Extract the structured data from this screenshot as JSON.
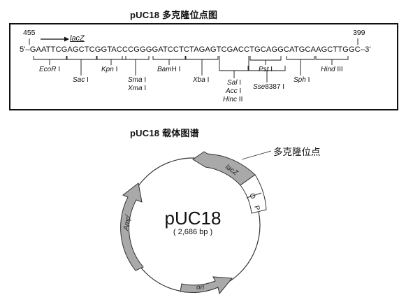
{
  "mcs_title": "pUC18 多克隆位点图",
  "map_title": "pUC18 载体图谱",
  "sequence": "5'–GAATTCGAGCTCGGTACCCGGGGATCCTCTAGAGTCGACCTGCAGGCATGCAAGCTTGGC–3'",
  "coord_left": "455",
  "coord_right": "399",
  "lacz_label": "lacZ",
  "enzymes": [
    {
      "italic": "EcoR",
      "roman": " I"
    },
    {
      "italic": "Sac",
      "roman": " I"
    },
    {
      "italic": "Kpn",
      "roman": " I"
    },
    {
      "italic": "Sma",
      "roman": " I"
    },
    {
      "italic": "Xma",
      "roman": " I"
    },
    {
      "italic": "Bam",
      "roman": "H I"
    },
    {
      "italic": "Xba",
      "roman": " I"
    },
    {
      "italic": "Sal",
      "roman": " I"
    },
    {
      "italic": "Acc",
      "roman": " I"
    },
    {
      "italic": "Hinc",
      "roman": " II"
    },
    {
      "italic": "Pst",
      "roman": " I"
    },
    {
      "italic": "Sse",
      "roman": "8387 I"
    },
    {
      "italic": "Sph",
      "roman": " I"
    },
    {
      "italic": "Hind",
      "roman": " III"
    }
  ],
  "plasmid": {
    "name": "pUC18",
    "size": "( 2,686 bp )",
    "mcs_callout": "多克隆位点",
    "features": [
      "lacZ",
      "O",
      "P",
      "Amp",
      "r",
      "ori"
    ]
  },
  "colors": {
    "feature_fill": "#a9a9a9",
    "stroke": "#333333"
  }
}
